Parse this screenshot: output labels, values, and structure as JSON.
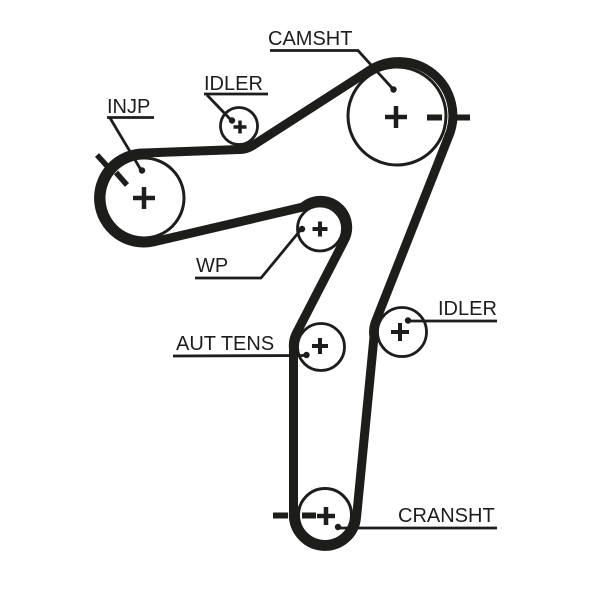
{
  "diagram": {
    "type": "timing-belt-routing-diagram",
    "background_color": "#ffffff",
    "line_color": "#1d1d1b",
    "labels": {
      "camsht": "CAMSHT",
      "idler_top": "IDLER",
      "injp": "INJP",
      "wp": "WP",
      "aut_tens": "AUT TENS",
      "idler_right": "IDLER",
      "cransht": "CRANSHT"
    },
    "pulleys": [
      {
        "id": "camsht",
        "label": "CAMSHT",
        "marks": [
          "center-cross",
          "alignment-dashes-right-of-belt"
        ]
      },
      {
        "id": "idler-top",
        "label": "IDLER",
        "marks": [
          "center-cross"
        ]
      },
      {
        "id": "injp",
        "label": "INJP",
        "marks": [
          "center-cross",
          "dashed-timing-mark-upper-left"
        ]
      },
      {
        "id": "wp",
        "label": "WP",
        "marks": [
          "center-cross"
        ]
      },
      {
        "id": "aut-tens",
        "label": "AUT TENS",
        "marks": [
          "center-cross"
        ]
      },
      {
        "id": "idler-right",
        "label": "IDLER",
        "marks": [
          "center-cross"
        ]
      },
      {
        "id": "cransht",
        "label": "CRANSHT",
        "marks": [
          "center-cross",
          "alignment-dashes-left-of-belt"
        ]
      }
    ]
  }
}
